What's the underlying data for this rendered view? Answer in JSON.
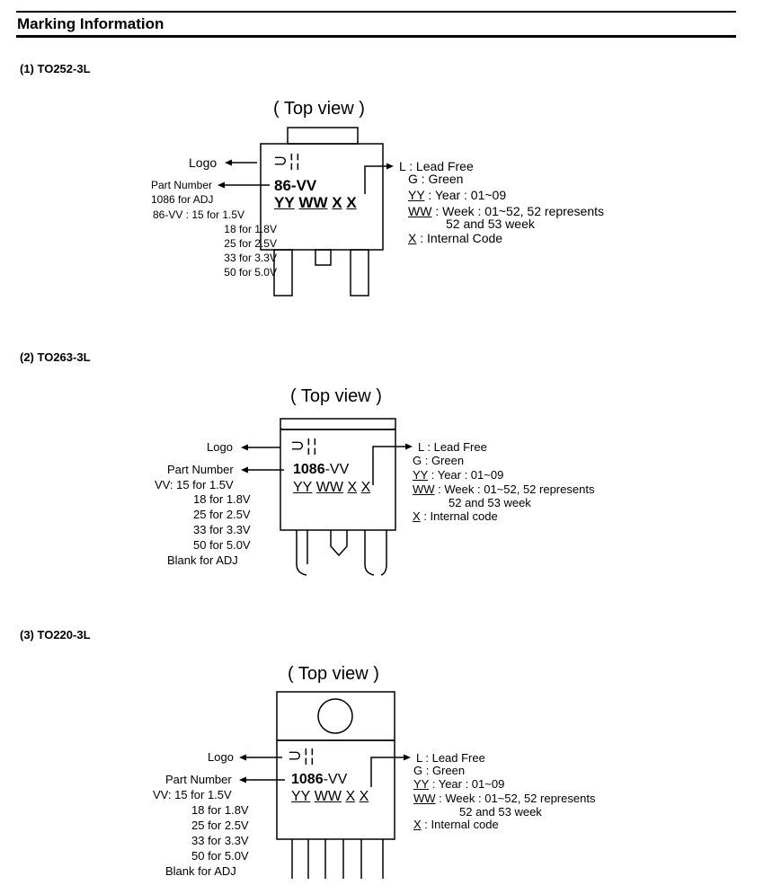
{
  "header": {
    "title": "Marking Information"
  },
  "sections": [
    {
      "heading": "(1)  TO252-3L",
      "top_view": "( Top view )",
      "logo_label": "Logo",
      "logo_mark": "⊃¦¦",
      "part_number_label": "Part Number",
      "vv_lines": [
        "1086 for ADJ",
        "86-VV : 15 for 1.5V",
        "18 for 1.8V",
        "25 for 2.5V",
        "33 for 3.3V",
        "50 for 5.0V"
      ],
      "part_number": "86-VV",
      "code": {
        "yy": "YY",
        "ww": "WW",
        "x1": "X",
        "x2": "X"
      },
      "legend": {
        "l": "L : Lead Free",
        "g": "G : Green",
        "yy_key": "YY",
        "yy_text": " : Year : 01~09",
        "ww_key": "WW",
        "ww_text": " : Week : 01~52, 52 represents",
        "ww_cont": "52 and 53 week",
        "x_key": "X",
        "x_text": " : Internal  Code"
      }
    },
    {
      "heading": "(2)  TO263-3L",
      "top_view": "( Top view )",
      "logo_label": "Logo",
      "logo_mark": "⊃¦¦",
      "part_number_label": "Part Number",
      "vv_lines": [
        "VV: 15 for 1.5V",
        "18 for 1.8V",
        "25 for 2.5V",
        "33 for 3.3V",
        "50 for 5.0V",
        "Blank for ADJ"
      ],
      "part_number_bold": "1086",
      "part_number_rest": "-VV",
      "code": {
        "yy": "YY",
        "ww": "WW",
        "x1": "X",
        "x2": "X"
      },
      "legend": {
        "l": "L : Lead Free",
        "g": "G : Green",
        "yy_key": "YY",
        "yy_text": " : Year : 01~09",
        "ww_key": "WW",
        "ww_text": " : Week : 01~52, 52 represents",
        "ww_cont": "52 and 53 week",
        "x_key": "X",
        "x_text": " : Internal code"
      }
    },
    {
      "heading": "(3)  TO220-3L",
      "top_view": "( Top view )",
      "logo_label": "Logo",
      "logo_mark": "⊃¦¦",
      "part_number_label": "Part Number",
      "vv_lines": [
        "VV: 15 for 1.5V",
        "18 for 1.8V",
        "25 for 2.5V",
        "33 for 3.3V",
        "50 for 5.0V",
        "Blank for ADJ"
      ],
      "part_number_bold": "1086",
      "part_number_rest": "-VV",
      "code": {
        "yy": "YY",
        "ww": "WW",
        "x1": "X",
        "x2": "X"
      },
      "legend": {
        "l": "L : Lead Free",
        "g": "G : Green",
        "yy_key": "YY",
        "yy_text": " : Year : 01~09",
        "ww_key": "WW",
        "ww_text": " : Week : 01~52, 52 represents",
        "ww_cont": "52 and 53 week",
        "x_key": "X",
        "x_text": " : Internal code"
      }
    }
  ]
}
